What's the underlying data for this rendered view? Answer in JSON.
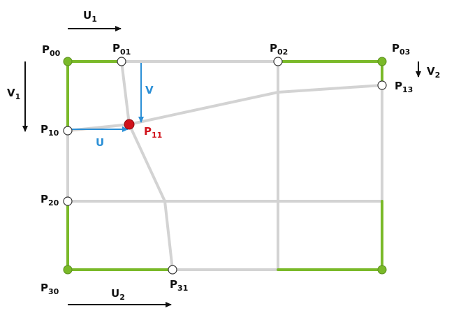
{
  "colors": {
    "grid": "#d3d3d3",
    "boundary": "#7ab929",
    "interpolated_point": "#d0121b",
    "local_param": "#2b8fd6",
    "text": "#111111"
  },
  "points": {
    "p00": {
      "base": "P",
      "sub": "00"
    },
    "p01": {
      "base": "P",
      "sub": "01"
    },
    "p02": {
      "base": "P",
      "sub": "02"
    },
    "p03": {
      "base": "P",
      "sub": "03"
    },
    "p10": {
      "base": "P",
      "sub": "10"
    },
    "p11": {
      "base": "P",
      "sub": "11"
    },
    "p13": {
      "base": "P",
      "sub": "13"
    },
    "p20": {
      "base": "P",
      "sub": "20"
    },
    "p30": {
      "base": "P",
      "sub": "30"
    },
    "p31": {
      "base": "P",
      "sub": "31"
    }
  },
  "params": {
    "u1": {
      "base": "U",
      "sub": "1"
    },
    "u2": {
      "base": "U",
      "sub": "2"
    },
    "v1": {
      "base": "V",
      "sub": "1"
    },
    "v2": {
      "base": "V",
      "sub": "2"
    },
    "u": "U",
    "v": "V"
  }
}
